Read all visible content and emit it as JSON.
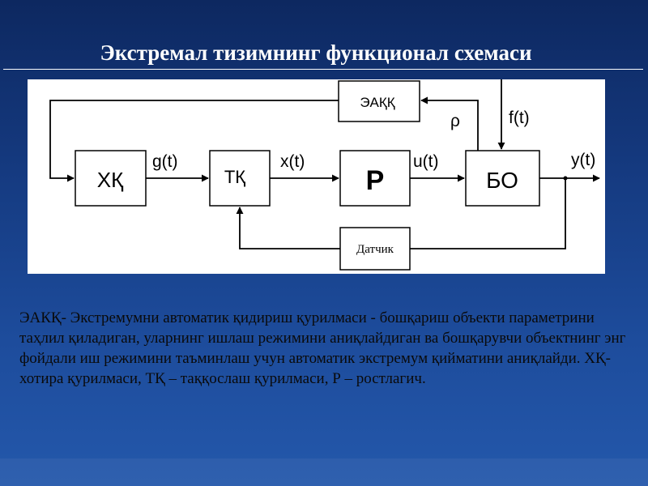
{
  "slide": {
    "title": "Экстремал тизимнинг функционал схемаси",
    "description": "ЭАКҚ- Экстремумни автоматик қидириш қурилмаси - бошқариш объекти параметрини таҳлил қиладиган, уларнинг ишлаш режимини аниқлайдиган ва бошқарувчи объектнинг энг фойдали иш режимини таъминлаш учун автоматик экстремум қийматини аниқлайди. ХҚ- хотира қурилмаси, ТҚ – таққослаш қурилмаси, Р – ростлагич."
  },
  "diagram": {
    "blocks": {
      "xk": "ХҚ",
      "tk": "ТҚ",
      "r": "Р",
      "bo": "БО",
      "eakk": "ЭАҚҚ",
      "sensor": "Датчик"
    },
    "signals": {
      "g": "g(t)",
      "x": "x(t)",
      "u": "u(t)",
      "y": "y(t)",
      "f": "f(t)",
      "rho": "ρ"
    }
  },
  "colors": {
    "background_top": "#0d2860",
    "background_bottom": "#2458ab",
    "panel": "#ffffff",
    "line": "#000000",
    "title_text": "#ffffff"
  }
}
